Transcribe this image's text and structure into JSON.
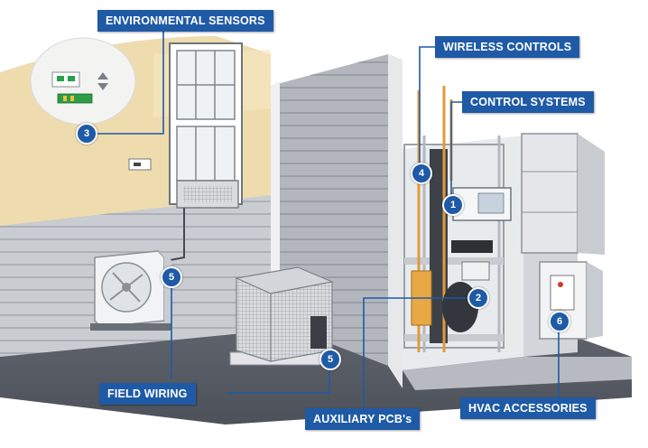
{
  "labels": {
    "environmental_sensors": "ENVIRONMENTAL SENSORS",
    "wireless_controls": "WIRELESS CONTROLS",
    "control_systems": "CONTROL SYSTEMS",
    "field_wiring": "FIELD WIRING",
    "auxiliary_pcbs": "AUXILIARY PCB's",
    "hvac_accessories": "HVAC ACCESSORIES"
  },
  "badges": {
    "control_systems": "1",
    "auxiliary_pcbs": "2",
    "environmental_sensors": "3",
    "wireless_controls": "4",
    "field_wiring_indoor": "5",
    "field_wiring_outdoor": "5",
    "hvac_accessories": "6"
  },
  "colors": {
    "label_blue": "#1f5aa6",
    "leader_line": "#1f5aa6",
    "interior_wall": "#efdcae",
    "siding": "#c4c7cc",
    "floor": "#5d6169",
    "pipe": "#e29a3a"
  }
}
